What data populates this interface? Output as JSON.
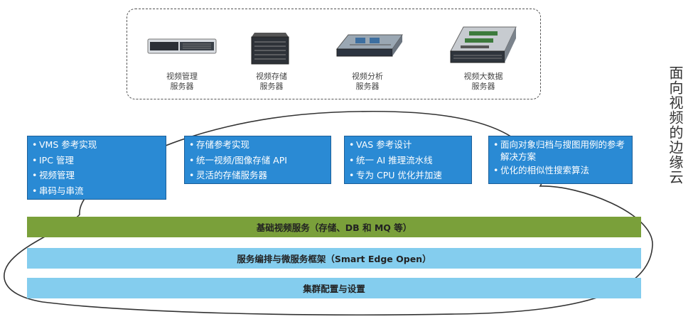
{
  "servers": [
    {
      "label_line1": "视频管理",
      "label_line2": "服务器"
    },
    {
      "label_line1": "视频存储",
      "label_line2": "服务器"
    },
    {
      "label_line1": "视频分析",
      "label_line2": "服务器"
    },
    {
      "label_line1": "视频大数据",
      "label_line2": "服务器"
    }
  ],
  "side_title": "面向视频的边缘云",
  "cards": [
    {
      "items": [
        "VMS 参考实现",
        "IPC 管理",
        "视频管理",
        "串码与串流"
      ]
    },
    {
      "items": [
        "存储参考实现",
        "统一视频/图像存储 API",
        "灵活的存储服务器"
      ]
    },
    {
      "items": [
        "VAS 参考设计",
        "统一 AI 推理流水线",
        "专为 CPU 优化并加速"
      ]
    },
    {
      "items": [
        "面向对象归档与搜图用例的参考解决方案",
        "优化的相似性搜索算法"
      ]
    }
  ],
  "bars": [
    {
      "label": "基础视频服务（存储、DB 和 MQ 等）",
      "color": "#7aa03a"
    },
    {
      "label": "服务编排与微服务框架（Smart Edge Open）",
      "color": "#84cdee"
    },
    {
      "label": "集群配置与设置",
      "color": "#84cdee"
    }
  ],
  "colors": {
    "card_bg": "#2a8ad4",
    "card_border": "#1b5f99"
  }
}
